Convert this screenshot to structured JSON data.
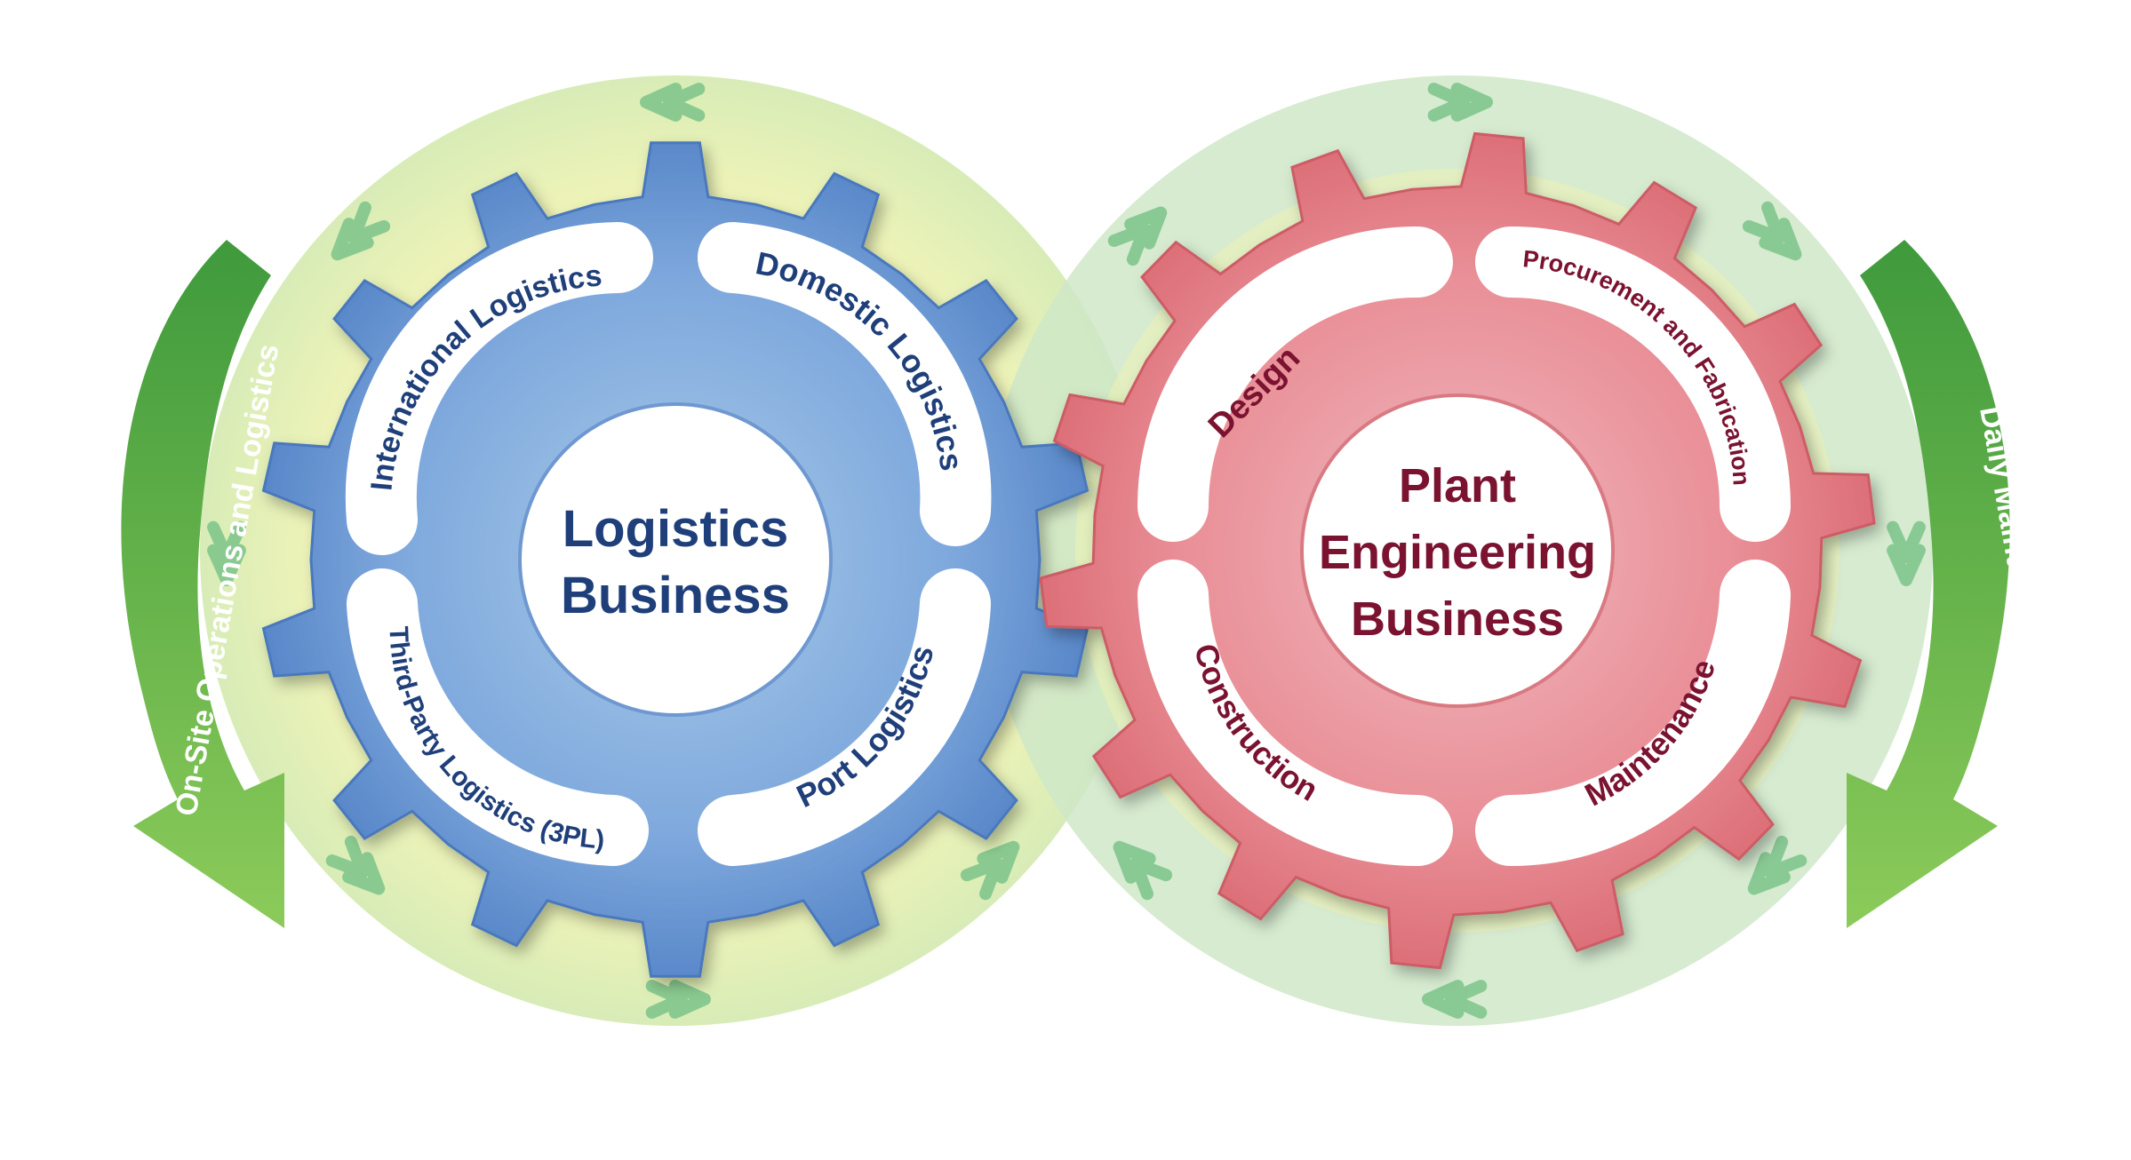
{
  "logistics": {
    "title_line1": "Logistics",
    "title_line2": "Business",
    "segments": [
      "International Logistics",
      "Domestic Logistics",
      "Port Logistics",
      "Third-Party Logistics (3PL)"
    ]
  },
  "plant": {
    "title_line1": "Plant",
    "title_line2": "Engineering",
    "title_line3": "Business",
    "segments": [
      "Design",
      "Procurement and Fabrication",
      "Maintenance",
      "Construction"
    ]
  },
  "side_arrows": {
    "left": "On-Site Operations and Logistics",
    "right": "Daily Maintenance"
  },
  "colors": {
    "logistics_gear": "#5b8fd0",
    "plant_gear": "#e2787f",
    "ring_yellow": "#f1f3b8",
    "ring_green": "#a9d6b8",
    "arrow_green": "#5fae46"
  }
}
